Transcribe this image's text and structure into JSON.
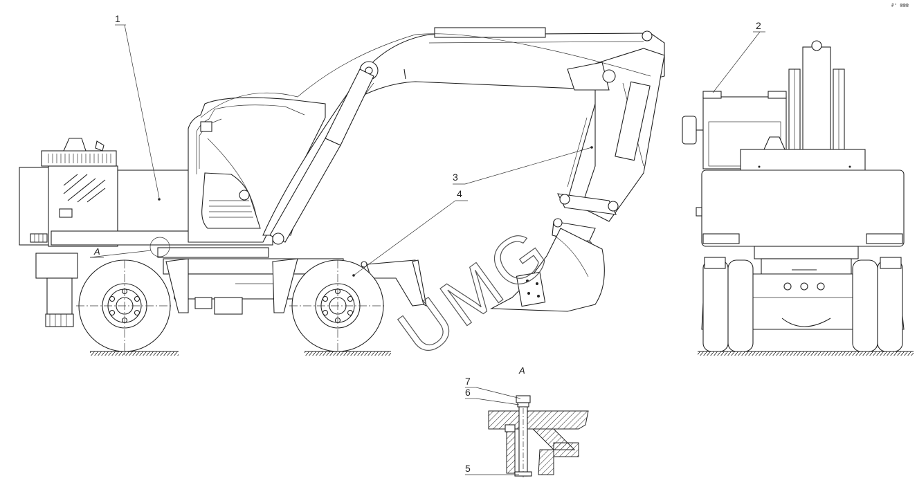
{
  "corner_mark": "₽° ₴₴₴",
  "callouts": [
    {
      "id": "1",
      "label": "1"
    },
    {
      "id": "2",
      "label": "2"
    },
    {
      "id": "3",
      "label": "3"
    },
    {
      "id": "4",
      "label": "4"
    },
    {
      "id": "5",
      "label": "5"
    },
    {
      "id": "6",
      "label": "6"
    },
    {
      "id": "7",
      "label": "7"
    }
  ],
  "view_marker_label": "A",
  "detail_title": "A",
  "watermark": "UMG",
  "colors": {
    "line": "#222222",
    "background": "#ffffff"
  }
}
